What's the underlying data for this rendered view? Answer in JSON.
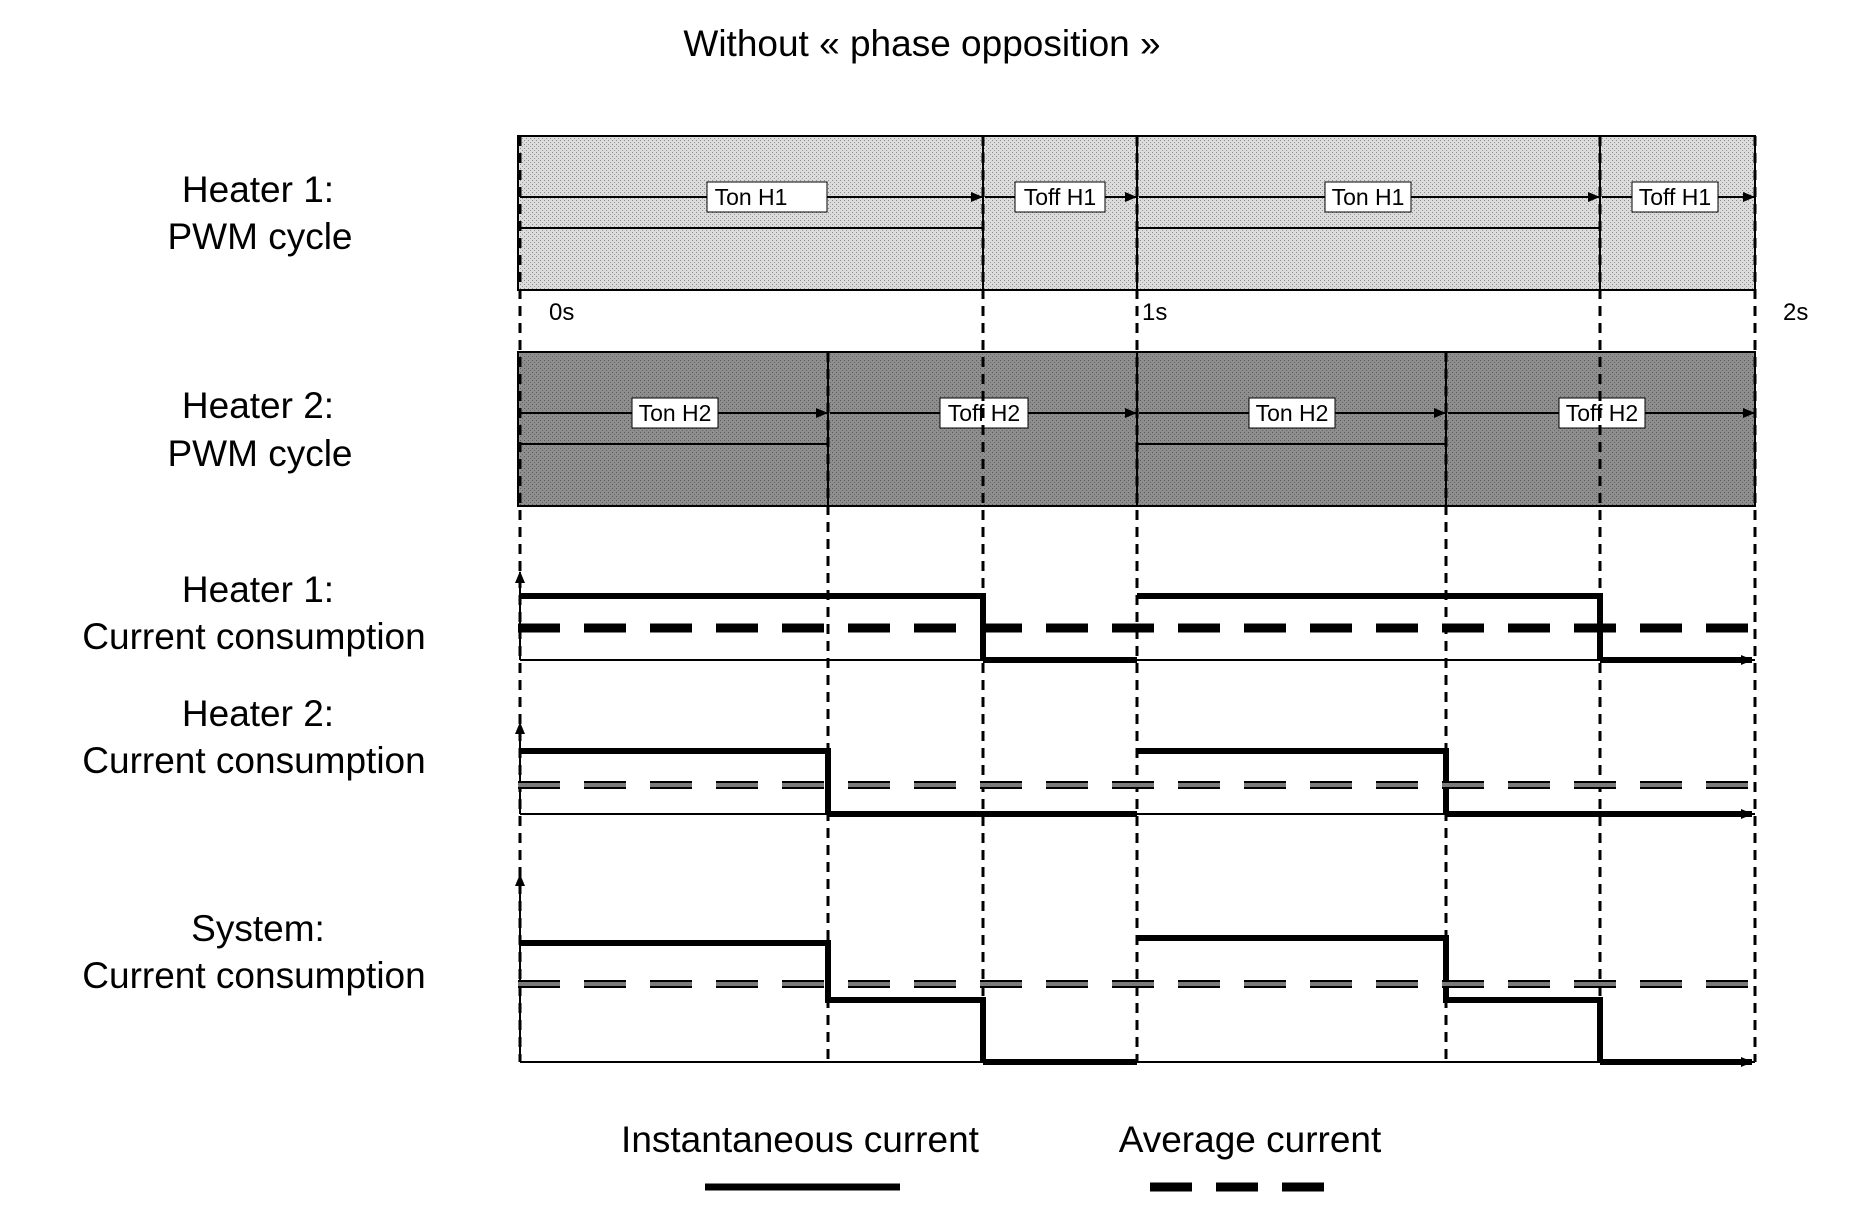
{
  "title": "Without «  phase opposition  »",
  "rows": {
    "heater1_pwm": {
      "line1": "Heater 1:",
      "line2": "PWM cycle"
    },
    "heater2_pwm": {
      "line1": "Heater 2:",
      "line2": "PWM cycle"
    },
    "heater1_current": {
      "line1": "Heater 1:",
      "line2": "Current consumption"
    },
    "heater2_current": {
      "line1": "Heater 2:",
      "line2": "Current consumption"
    },
    "system_current": {
      "line1": "System:",
      "line2": "Current consumption"
    }
  },
  "time_labels": [
    "0s",
    "1s",
    "2s"
  ],
  "pwm_labels": {
    "heater1": [
      "Ton H1",
      "Toff H1",
      "Ton H1",
      "Toff H1"
    ],
    "heater2": [
      "Ton H2",
      "Toff H2",
      "Ton H2",
      "Toff H2"
    ]
  },
  "legend": {
    "instantaneous": "Instantaneous current",
    "average": "Average current"
  },
  "timing": {
    "period_s": 1,
    "total_s": 2,
    "heater1_on_fraction": 0.75,
    "heater2_on_fraction": 0.5
  },
  "colors": {
    "heater1_fill": "#d4d4d4",
    "heater2_fill": "#8c8c8c",
    "avg_dash_heater1": "#000000",
    "avg_dash_heater2": "#666666",
    "line": "#000000"
  }
}
